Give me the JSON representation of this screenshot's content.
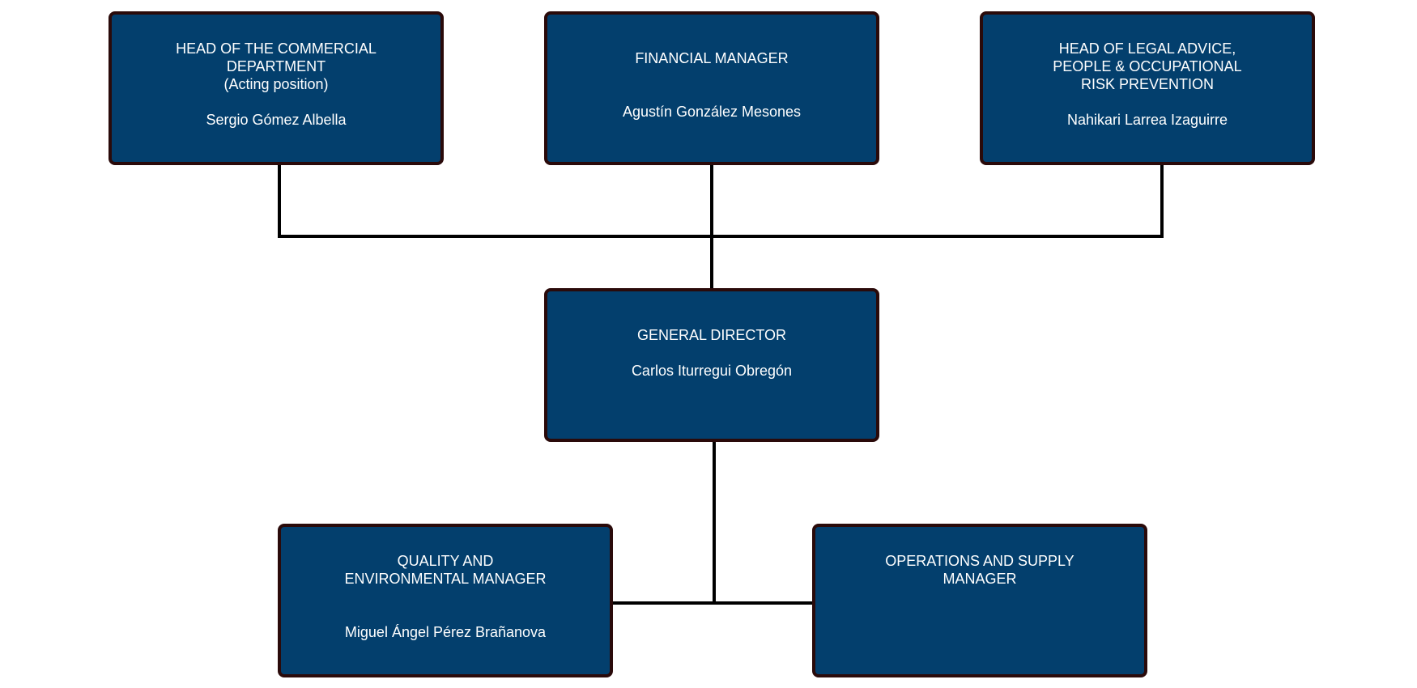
{
  "org_chart": {
    "commercial": {
      "title_lines": [
        "HEAD OF THE COMMERCIAL",
        "DEPARTMENT",
        "(Acting position)"
      ],
      "name": "Sergio Gómez Albella"
    },
    "financial": {
      "title_lines": [
        "FINANCIAL MANAGER"
      ],
      "name": "Agustín González Mesones"
    },
    "legal": {
      "title_lines": [
        "HEAD OF LEGAL ADVICE,",
        "PEOPLE & OCCUPATIONAL",
        "RISK PREVENTION"
      ],
      "name": "Nahikari Larrea Izaguirre"
    },
    "general": {
      "title_lines": [
        "GENERAL DIRECTOR"
      ],
      "name": "Carlos Iturregui Obregón"
    },
    "quality": {
      "title_lines": [
        "QUALITY AND",
        "ENVIRONMENTAL MANAGER"
      ],
      "name": "Miguel Ángel Pérez Brañanova"
    },
    "operations": {
      "title_lines": [
        "OPERATIONS AND SUPPLY",
        "MANAGER"
      ],
      "name": ""
    }
  },
  "colors": {
    "box_fill": "#033f6d",
    "box_border": "#2a0a0a",
    "connector": "#000000",
    "text": "#ffffff"
  }
}
